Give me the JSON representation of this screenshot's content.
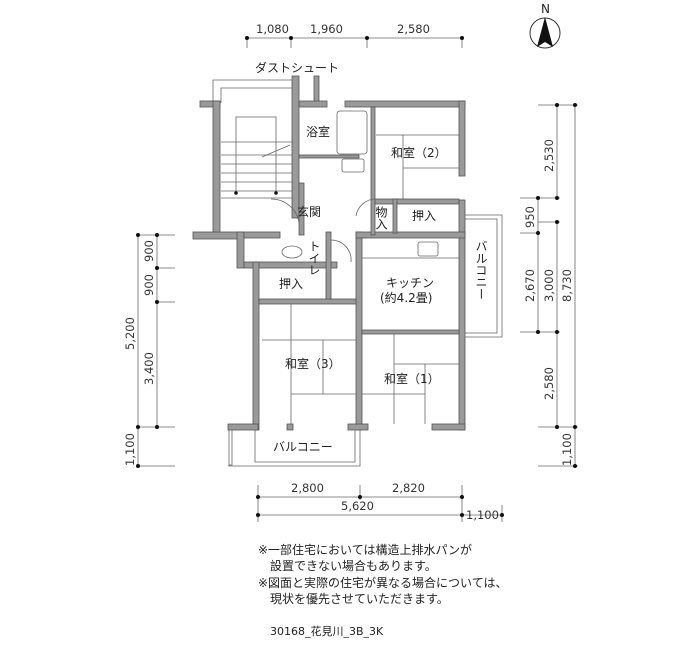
{
  "north_label": "N",
  "rooms": {
    "dust_chute": "ダストシュート",
    "bath": "浴室",
    "washitsu2": "和室（2）",
    "genkan": "玄関",
    "monoire": "物入",
    "oshiire1": "押入",
    "toilet": "トイレ",
    "oshiire2": "押入",
    "kitchen": "キッチン",
    "kitchen_size": "(約4.2畳)",
    "balcony_right": "バルコニー",
    "washitsu3": "和室（3）",
    "washitsu1": "和室（1）",
    "balcony_bottom": "バルコニー"
  },
  "dimensions": {
    "top": [
      "1,080",
      "1,960",
      "2,580"
    ],
    "bottom_row1": [
      "2,800",
      "2,820"
    ],
    "bottom_row2": [
      "5,620",
      "1,100"
    ],
    "left_outer": [
      "5,200",
      "1,100"
    ],
    "left_inner": [
      "900",
      "900",
      "3,400"
    ],
    "right_col1": [
      "950",
      "2,670"
    ],
    "right_col2": [
      "2,530",
      "3,000",
      "2,580"
    ],
    "right_col3": [
      "8,730",
      "1,100"
    ]
  },
  "notes": [
    "※一部住宅においては構造上排水パンが",
    "　設置できない場合もあります。",
    "※図面と実際の住宅が異なる場合については、",
    "　現状を優先させていただきます。"
  ],
  "caption": "30168_花見川_3B_3K"
}
